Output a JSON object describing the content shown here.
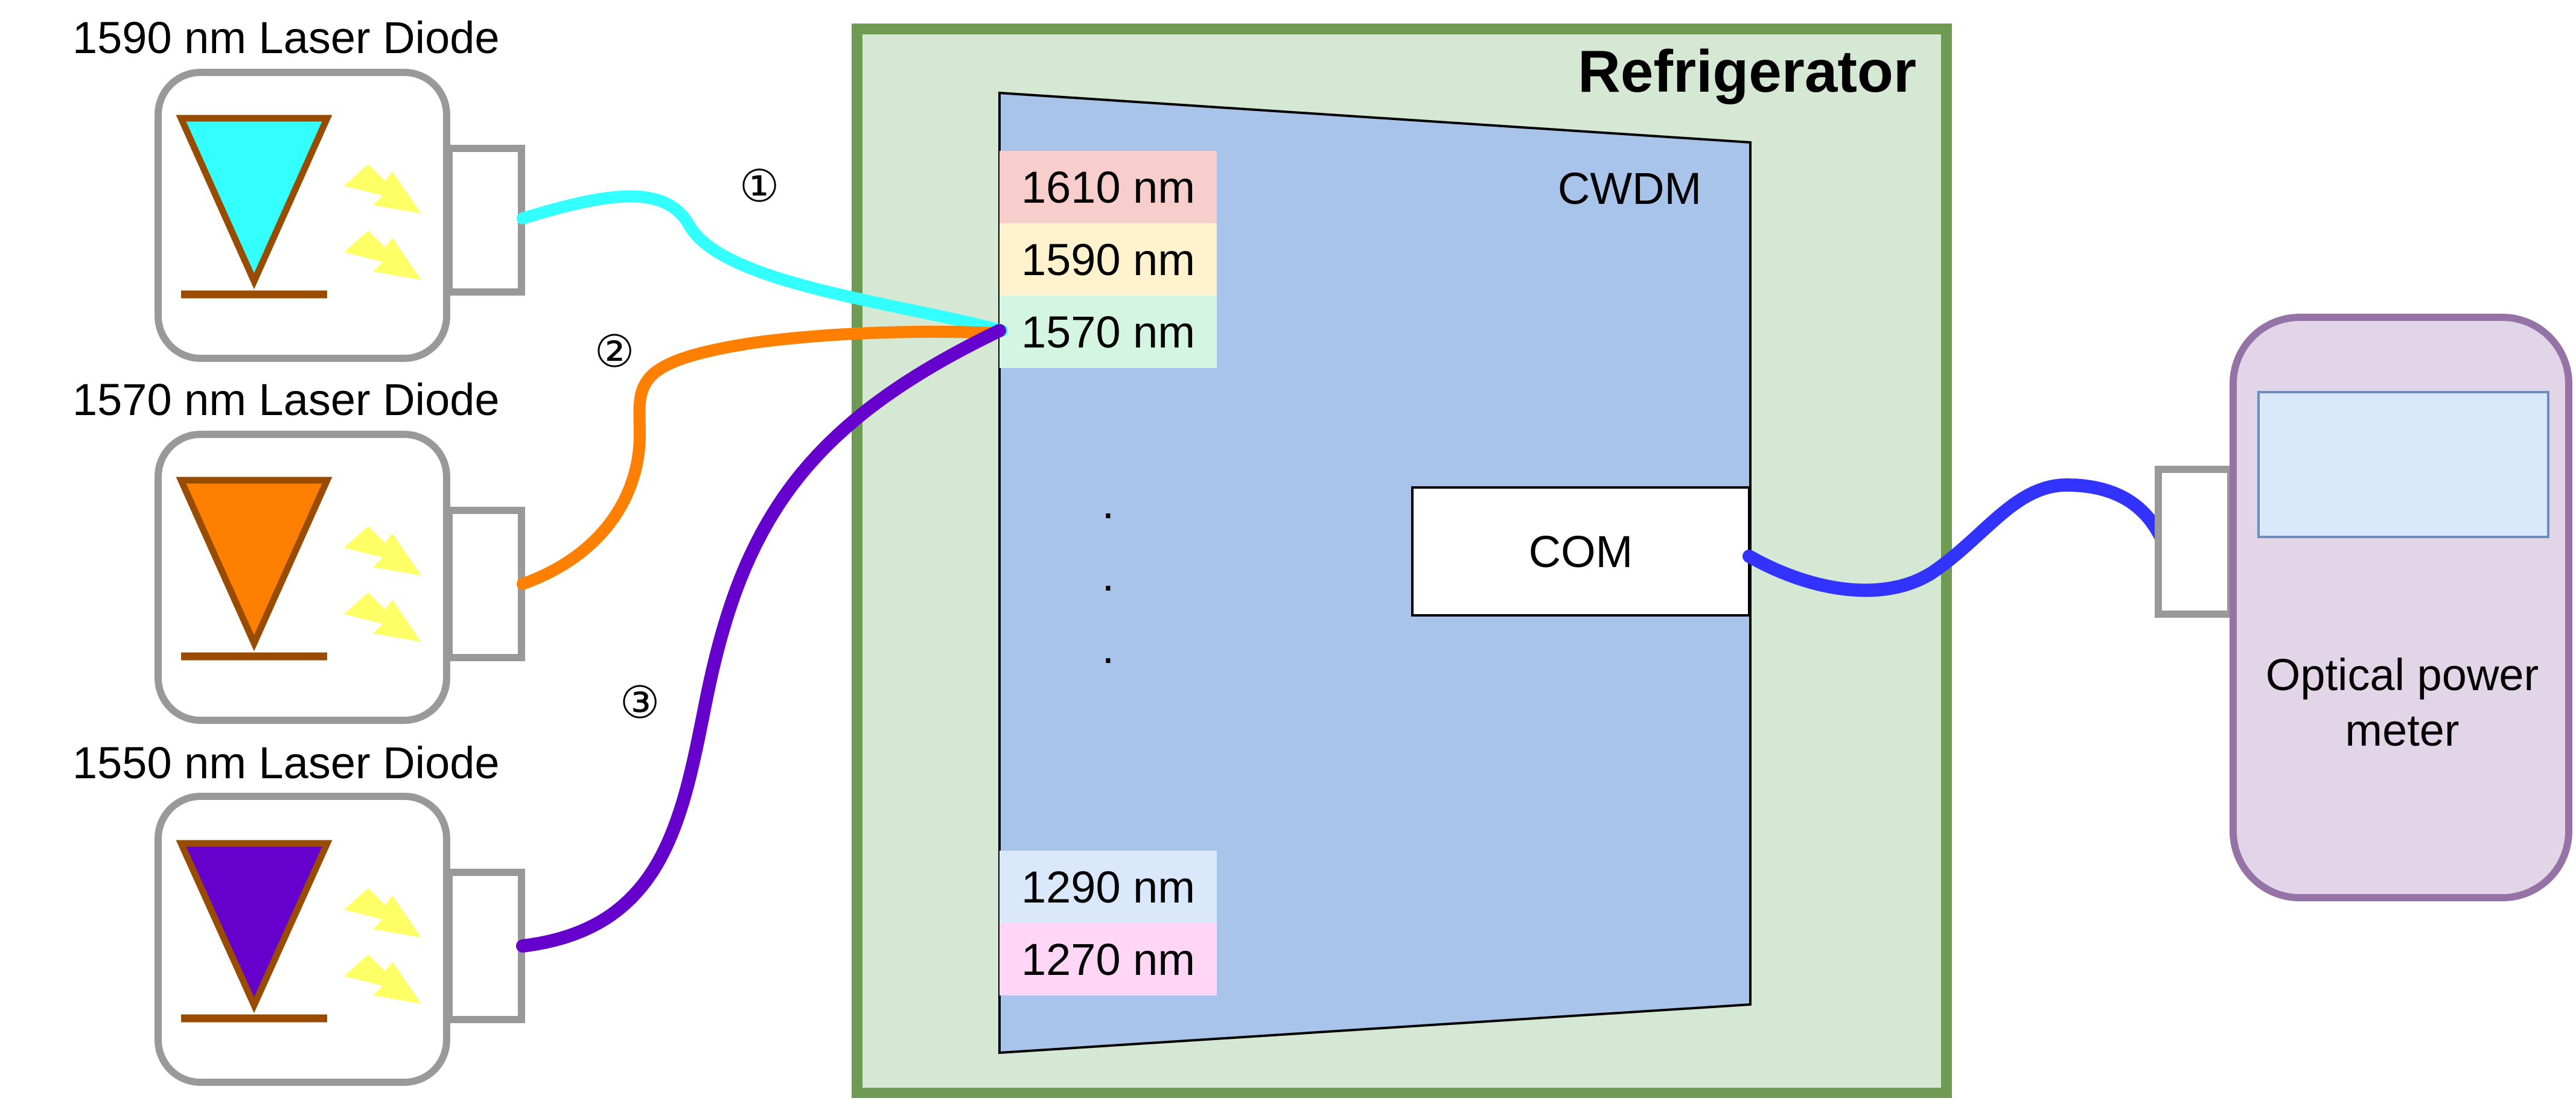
{
  "diagram": {
    "lasers": [
      {
        "label": "1590 nm Laser Diode",
        "color": "#33ffff"
      },
      {
        "label": "1570 nm Laser Diode",
        "color": "#ff8000"
      },
      {
        "label": "1550 nm Laser Diode",
        "color": "#6600cc"
      }
    ],
    "markers": [
      "①",
      "②",
      "③"
    ],
    "refrigerator": {
      "title": "Refrigerator"
    },
    "cwdm": {
      "title": "CWDM",
      "ports": [
        {
          "label": "1610 nm",
          "color": "#f8cecc"
        },
        {
          "label": "1590 nm",
          "color": "#fff2cc"
        },
        {
          "label": "1570 nm",
          "color": "#d5f5e3"
        },
        {
          "label": "1290 nm",
          "color": "#dae8fc"
        },
        {
          "label": "1270 nm",
          "color": "#ffd6f5"
        }
      ],
      "ellipsis": [
        "·",
        "·",
        "·"
      ],
      "com_label": "COM"
    },
    "meter": {
      "line1": "Optical power",
      "line2": "meter"
    },
    "colors": {
      "laser_outline": "#994c00",
      "arrow": "#ffff66",
      "housing": "#999999",
      "fridge_bg": "#d5e8d4",
      "fridge_border": "#6f9a54",
      "cwdm_fill": "#a9c4ea",
      "meter_fill": "#e1d5e7",
      "meter_border": "#9673a6",
      "screen_fill": "#dae8fc",
      "screen_border": "#6c8ebf",
      "output_fiber": "#3333ff"
    }
  }
}
